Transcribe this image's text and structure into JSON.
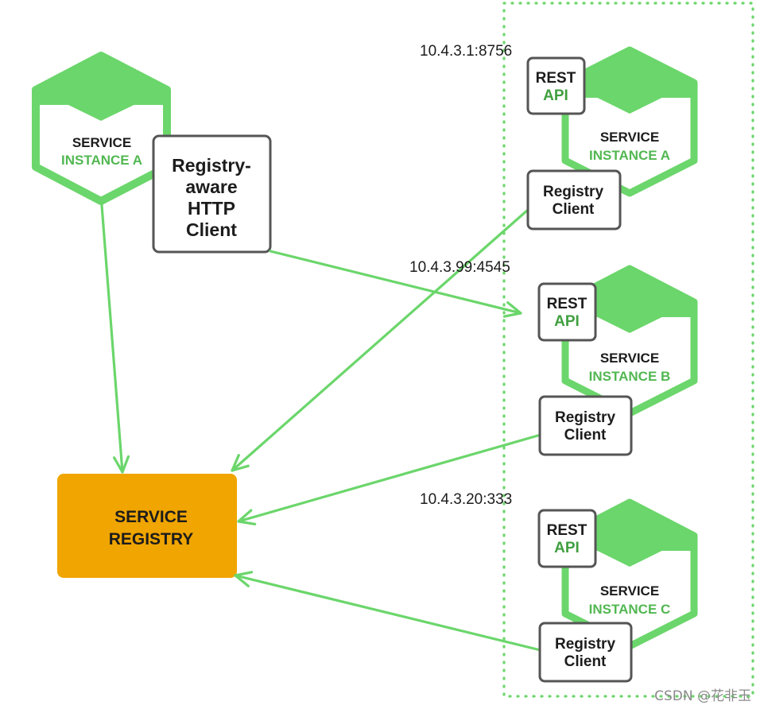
{
  "colors": {
    "green": "#6bd66b",
    "green_text": "#52b752",
    "api_green": "#3f9f3f",
    "box_stroke": "#555555",
    "registry_fill": "#f0a500",
    "dark_text": "#1c1c1c"
  },
  "client_service": {
    "service_label": "SERVICE",
    "instance_label": "INSTANCE A",
    "http_client_lines": [
      "Registry-",
      "aware",
      "HTTP",
      "Client"
    ]
  },
  "registry": {
    "lines": [
      "SERVICE",
      "REGISTRY"
    ]
  },
  "instances": [
    {
      "address": "10.4.3.1:8756",
      "rest_label": "REST",
      "api_label": "API",
      "service_label": "SERVICE",
      "instance_label": "INSTANCE A",
      "client_lines": [
        "Registry",
        "Client"
      ]
    },
    {
      "address": "10.4.3.99:4545",
      "rest_label": "REST",
      "api_label": "API",
      "service_label": "SERVICE",
      "instance_label": "INSTANCE B",
      "client_lines": [
        "Registry",
        "Client"
      ]
    },
    {
      "address": "10.4.3.20:333",
      "rest_label": "REST",
      "api_label": "API",
      "service_label": "SERVICE",
      "instance_label": "INSTANCE C",
      "client_lines": [
        "Registry",
        "Client"
      ]
    }
  ],
  "watermark": "CSDN @花非玉"
}
